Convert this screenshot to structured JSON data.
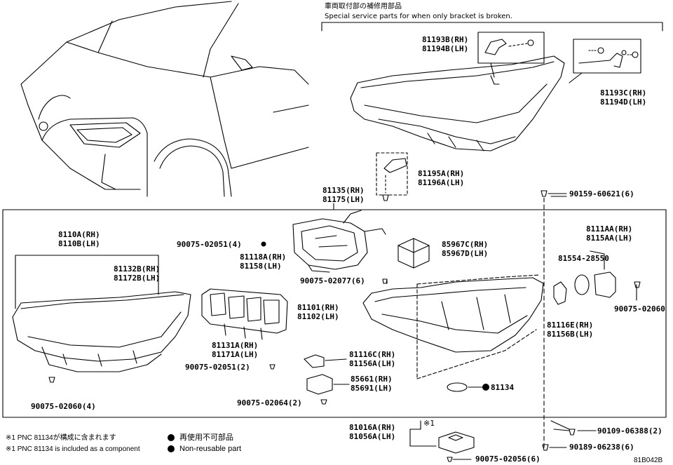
{
  "header": {
    "bracket_note_jp": "車両取付部の補修用部品",
    "bracket_note_en": "Special service parts for when only bracket is broken."
  },
  "labels": {
    "p81193B": "81193B(RH)",
    "p81194B": "81194B(LH)",
    "p81193C": "81193C(RH)",
    "p81194D": "81194D(LH)",
    "p81195A": "81195A(RH)",
    "p81196A": "81196A(LH)",
    "p81135": "81135(RH)",
    "p81175": "81175(LH)",
    "p90159": "90159-60621(6)",
    "p8110A": "8110A(RH)",
    "p8110B": "8110B(LH)",
    "p81132B": "81132B(RH)",
    "p81172B": "81172B(LH)",
    "p90075_02051_4": "90075-02051(4)",
    "p81118A": "81118A(RH)",
    "p81158": "81158(LH)",
    "p85967C": "85967C(RH)",
    "p85967D": "85967D(LH)",
    "p8111AA": "8111AA(RH)",
    "p8115AA": "8115AA(LH)",
    "p81554": "81554-28550",
    "p90075_02077": "90075-02077(6)",
    "p81101": "81101(RH)",
    "p81102": "81102(LH)",
    "p90075_02060": "90075-02060",
    "p81116E": "81116E(RH)",
    "p81156B": "81156B(LH)",
    "p81131A": "81131A(RH)",
    "p81171A": "81171A(LH)",
    "p81116C": "81116C(RH)",
    "p81156A": "81156A(LH)",
    "p90075_02051_2": "90075-02051(2)",
    "p85661": "85661(RH)",
    "p85691": "85691(LH)",
    "p90075_02060_4": "90075-02060(4)",
    "p90075_02064": "90075-02064(2)",
    "p81134": "81134",
    "p81016A": "81016A(RH)",
    "p81056A": "81056A(LH)",
    "p90109": "90109-06388(2)",
    "p90189": "90189-06238(6)",
    "p90075_02056": "90075-02056(6)",
    "mark1": "※1"
  },
  "footer": {
    "note1_jp": "※1 PNC 81134が構成に含まれます",
    "note1_en": "※1 PNC 81134 is included as a component",
    "legend_jp": "再使用不可部品",
    "legend_en": "Non-reusable part",
    "drawing_code": "81B042B"
  },
  "icons": {
    "legend_dot": "filled-circle-icon"
  }
}
